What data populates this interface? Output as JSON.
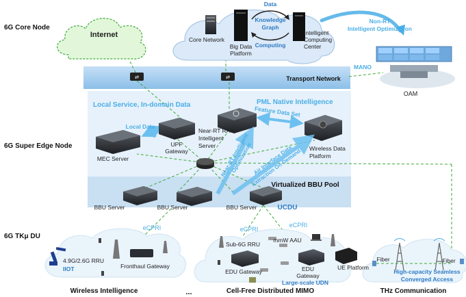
{
  "layers": {
    "core": "6G Core Node",
    "super_edge": "6G Super Edge Node",
    "tk_du": "6G TKμ DU"
  },
  "core": {
    "cloud_internet": "Internet",
    "core_network": "Core Network",
    "big_data": [
      "Big Data",
      "Platform"
    ],
    "intelligent_center": [
      "Intelligent",
      "Computing",
      "Center"
    ],
    "data": "Data",
    "knowledge_graph": [
      "Knowledge",
      "Graph"
    ],
    "computing": "Computing",
    "non_rt": [
      "Non-RT",
      "Intelligent Optimization"
    ],
    "mano": "MANO",
    "oam": "OAM"
  },
  "transport": {
    "label": "Transport Network"
  },
  "edge": {
    "local_service": "Local Service, In-domain Data",
    "pml": "PML Native Intelligence",
    "local_data": "Local Data",
    "feature_data_set": "Feature Data Set",
    "mec_server": "MEC Server",
    "upf_gateway": [
      "UPF",
      "Gateway"
    ],
    "near_rt": [
      "Near-RT RAN",
      "Intelligent",
      "Server"
    ],
    "wireless_data_platform": [
      "Wireless Data",
      "Platform"
    ],
    "near_rt_opt": [
      "Near-RT Intelligent",
      "Optimization"
    ],
    "air_interface": [
      "Air Interface Data",
      "Extraction On Demand"
    ],
    "bbu_pool": "Virtualized BBU Pool",
    "bbu_server": "BBU Server",
    "ucdu": "UCDU"
  },
  "du": {
    "ecpri": "eCPRI",
    "rru_49": "4.9G/2.6G RRU",
    "iiot": "IIOT",
    "fronthaul_gateway": "Fronthaul Gateway",
    "sub6g_rru": "Sub-6G RRU",
    "mmw_aau": "mmW AAU",
    "edu_gateway": "EDU Gateway",
    "edu_gateway2": [
      "EDU",
      "Gateway"
    ],
    "ue_platform": "UE Platform",
    "large_udn": "Large-scale UDN",
    "fiber": "Fiber",
    "thz_caption": [
      "High-capacity Seamless",
      "Converged Access"
    ]
  },
  "bottom": {
    "wireless_intelligence": "Wireless Intelligence",
    "ellipsis": "...",
    "cell_free": "Cell-Free Distributed MIMO",
    "thz": "THz Communication"
  },
  "colors": {
    "accent_blue": "#4aaee6",
    "dashed_green": "#3aaa35",
    "transport_bar": "#9cc9ee",
    "edge_bg": "#e8f2fb"
  }
}
